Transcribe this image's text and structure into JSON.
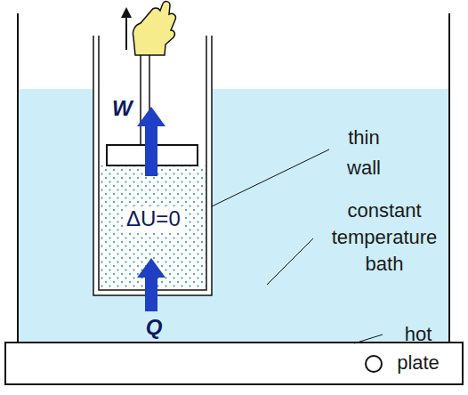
{
  "diagram": {
    "labels": [
      "W",
      "ΔU=0",
      "Q",
      "thin wall",
      "constant temperature bath",
      "hot plate"
    ]
  }
}
